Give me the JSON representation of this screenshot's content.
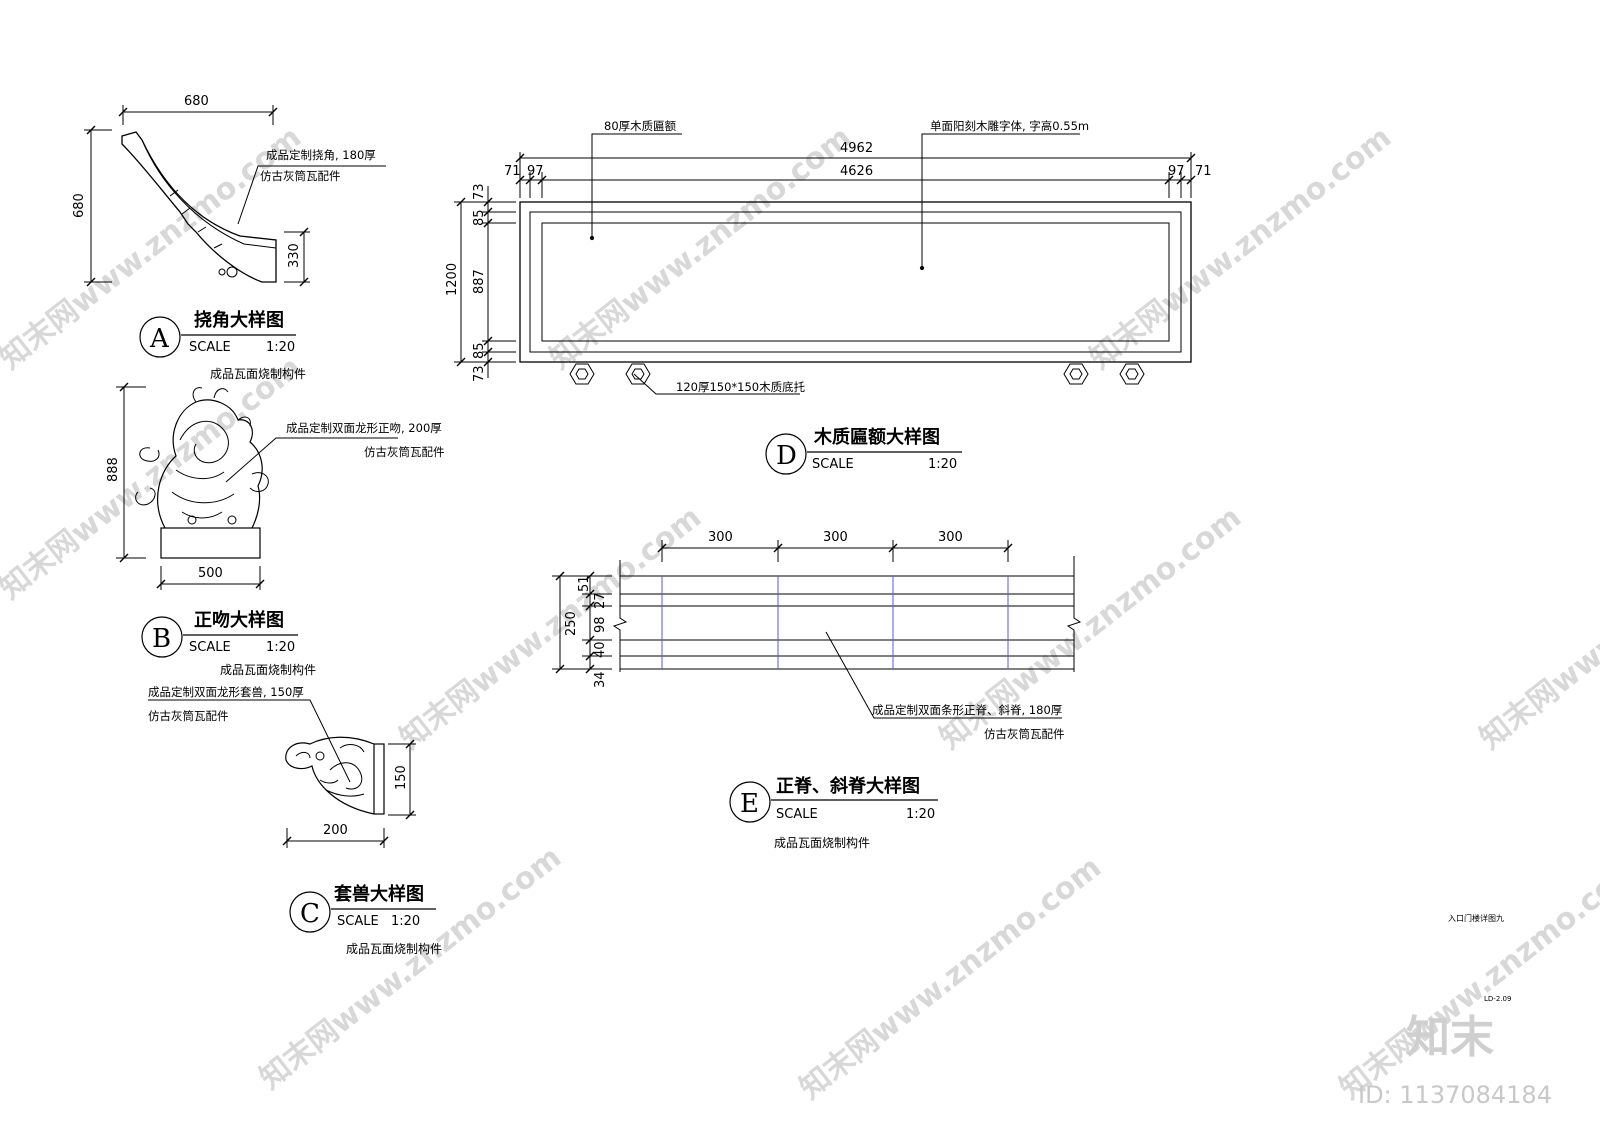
{
  "drawing_sheet": {
    "sheet_name": "入口门楼详图九",
    "sheet_number": "LD-2.09",
    "brand": "知末",
    "id_label": "ID: 1137084184",
    "watermark": "知末网www.znzmo.com"
  },
  "detail_a": {
    "letter": "A",
    "title": "挠角大样图",
    "scale_label": "SCALE",
    "scale_value": "1:20",
    "subtitle": "成品瓦面烧制构件",
    "note_1": "成品定制挠角, 180厚",
    "note_2": "仿古灰筒瓦配件",
    "dims": {
      "width": "680",
      "height": "680",
      "lower": "330"
    }
  },
  "detail_b": {
    "letter": "B",
    "title": "正吻大样图",
    "scale_label": "SCALE",
    "scale_value": "1:20",
    "subtitle": "成品瓦面烧制构件",
    "note_1": "成品定制双面龙形正吻, 200厚",
    "note_2": "仿古灰筒瓦配件",
    "dims": {
      "height": "888",
      "width": "500"
    }
  },
  "detail_c": {
    "letter": "C",
    "title": "套兽大样图",
    "scale_label": "SCALE",
    "scale_value": "1:20",
    "subtitle": "成品瓦面烧制构件",
    "note_1": "成品定制双面龙形套兽, 150厚",
    "note_2": "仿古灰筒瓦配件",
    "dims": {
      "height": "150",
      "width": "200"
    }
  },
  "detail_d": {
    "letter": "D",
    "title": "木质匾额大样图",
    "scale_label": "SCALE",
    "scale_value": "1:20",
    "note_board": "80厚木质匾额",
    "note_text": "单面阳刻木雕字体, 字高0.55m",
    "note_bracket": "120厚150*150木质底托",
    "dims": {
      "overall": "4962",
      "inner": "4626",
      "left_edge": "71",
      "left_frame": "97",
      "right_frame": "97",
      "right_edge": "71",
      "height": "1200",
      "top_edge": "73",
      "top_frame": "85",
      "inner_height": "887",
      "bottom_frame": "85",
      "bottom_edge": "73"
    }
  },
  "detail_e": {
    "letter": "E",
    "title": "正脊、斜脊大样图",
    "scale_label": "SCALE",
    "scale_value": "1:20",
    "subtitle": "成品瓦面烧制构件",
    "note_1": "成品定制双面条形正脊、斜脊, 180厚",
    "note_2": "仿古灰筒瓦配件",
    "dims": {
      "span_1": "300",
      "span_2": "300",
      "span_3": "300",
      "total": "250",
      "d1": "51",
      "d2": "27",
      "d3": "98",
      "d4": "40",
      "d5": "34"
    }
  }
}
